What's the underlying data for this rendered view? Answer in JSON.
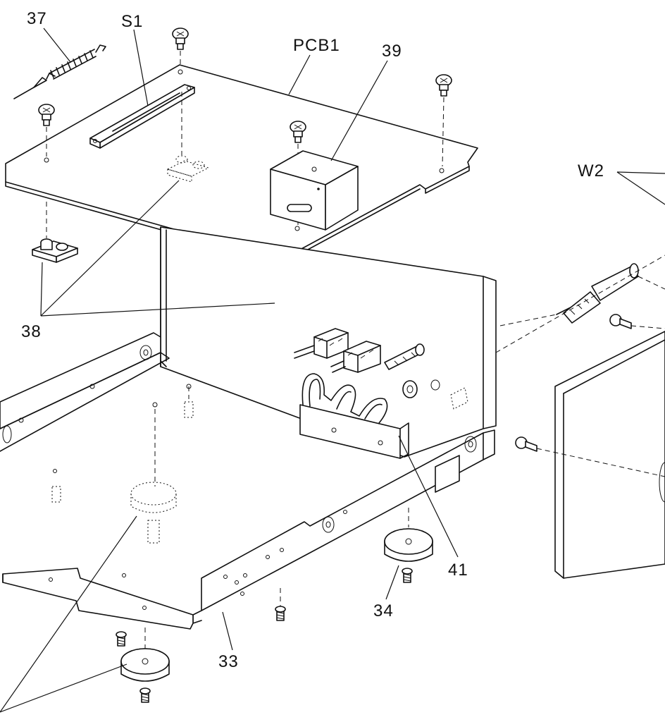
{
  "callouts": {
    "c37": "37",
    "cS1": "S1",
    "cPCB1": "PCB1",
    "c39": "39",
    "cW2": "W2",
    "c38": "38",
    "c41": "41",
    "c34": "34",
    "c33": "33"
  },
  "ink_color": "#111111",
  "background_color": "#ffffff"
}
